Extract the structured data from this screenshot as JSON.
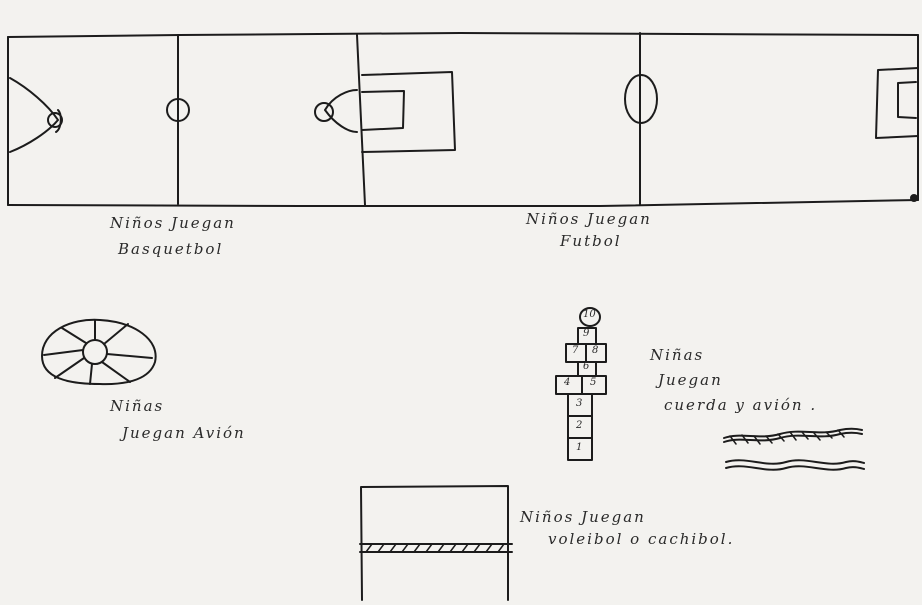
{
  "colors": {
    "ink": "#1c1c1c",
    "paper": "#f3f2ef"
  },
  "labels": {
    "basketball_1": "Niños Juegan",
    "basketball_2": "Basquetbol",
    "soccer_1": "Niños Juegan",
    "soccer_2": "Futbol",
    "avion_1": "Niñas",
    "avion_2": "Juegan Avión",
    "rope_1": "Niñas",
    "rope_2": "Juegan",
    "rope_3": "cuerda y avión .",
    "volley_1": "Niños Juegan",
    "volley_2": "voleibol o cachibol."
  },
  "hopscotch": {
    "top": "10",
    "row9": "9",
    "row78": [
      "7",
      "8"
    ],
    "row6": "6",
    "row45": [
      "4",
      "5"
    ],
    "row3": "3",
    "row2": "2",
    "row1": "1"
  }
}
